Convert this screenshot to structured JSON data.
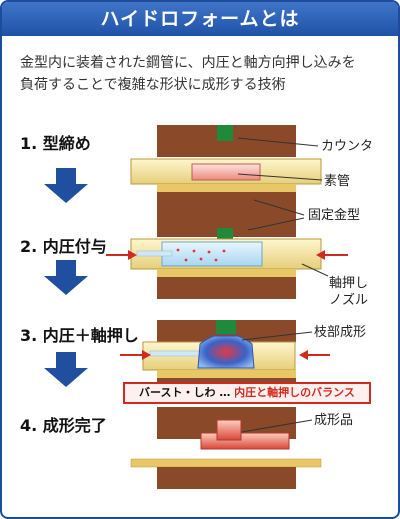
{
  "header": {
    "title": "ハイドロフォームとは"
  },
  "intro": {
    "line1": "金型内に装着された鋼管に、内圧と軸方向押し込みを",
    "line2": "負荷することで複雑な形状に成形する技術"
  },
  "steps": [
    {
      "label": "1. 型締め"
    },
    {
      "label": "2. 内圧付与"
    },
    {
      "label": "3. 内圧＋軸押し"
    },
    {
      "label": "4. 成形完了"
    }
  ],
  "labels": {
    "counter": "カウンタ",
    "tube": "素管",
    "fixed_die": "固定金型",
    "nozzle_line1": "軸押し",
    "nozzle_line2": "ノズル",
    "branch": "枝部成形",
    "product": "成形品"
  },
  "balance": {
    "part1": "バースト・しわ … ",
    "part2": "内圧と軸押しのバランス"
  },
  "colors": {
    "header": "#2a5db0",
    "die": "#8a4a2a",
    "die_lower": "#e9c766",
    "counter": "#1f8a3a",
    "tube": "#f7ecb8",
    "pressure_fluid": "#c9e6f6",
    "arrow": "#1f4f9e",
    "alert": "#d22a1e"
  }
}
